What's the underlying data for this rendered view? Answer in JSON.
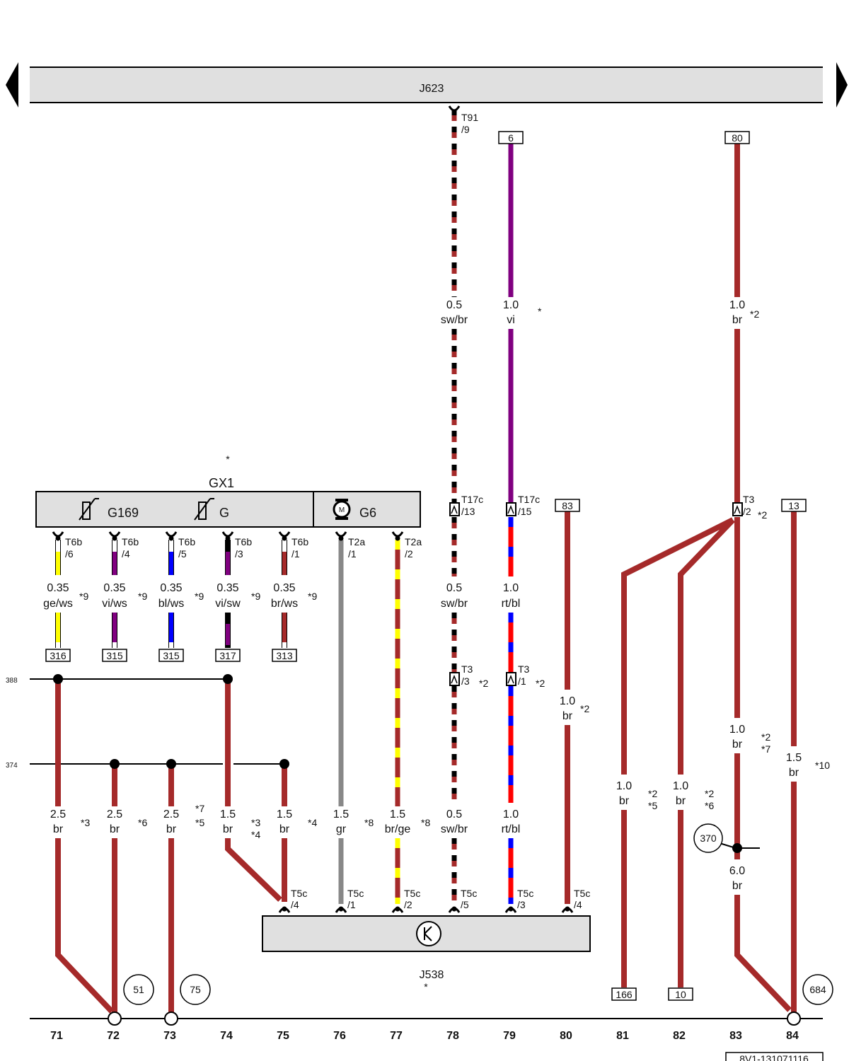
{
  "components": {
    "j623": "J623",
    "gx1": "GX1",
    "g169": "G169",
    "g": "G",
    "g6": "G6",
    "motor": "M",
    "j538": "J538",
    "j538_star": "*",
    "gx1_star": "*"
  },
  "bus_labels": {
    "bus388": "388",
    "bus374": "374"
  },
  "top_connector": {
    "a": "T91",
    "b": "/9"
  },
  "refs_top": {
    "r6": "6",
    "r80": "80",
    "r83": "83",
    "r13": "13"
  },
  "refs_bottom": {
    "r166": "166",
    "r10": "10"
  },
  "refs_sensor": [
    "316",
    "315",
    "315",
    "317",
    "313"
  ],
  "connectors": {
    "t6b_6": [
      "T6b",
      "/6"
    ],
    "t6b_4": [
      "T6b",
      "/4"
    ],
    "t6b_5": [
      "T6b",
      "/5"
    ],
    "t6b_3": [
      "T6b",
      "/3"
    ],
    "t6b_1": [
      "T6b",
      "/1"
    ],
    "t2a_1": [
      "T2a",
      "/1"
    ],
    "t2a_2": [
      "T2a",
      "/2"
    ],
    "t17c_13": [
      "T17c",
      "/13"
    ],
    "t17c_15": [
      "T17c",
      "/15"
    ],
    "t3_2": [
      "T3",
      "/2"
    ],
    "t3_3": [
      "T3",
      "/3"
    ],
    "t3_1": [
      "T3",
      "/1"
    ],
    "t5c_4a": [
      "T5c",
      "/4"
    ],
    "t5c_1": [
      "T5c",
      "/1"
    ],
    "t5c_2": [
      "T5c",
      "/2"
    ],
    "t5c_5": [
      "T5c",
      "/5"
    ],
    "t5c_3": [
      "T5c",
      "/3"
    ],
    "t5c_4b": [
      "T5c",
      "/4"
    ]
  },
  "wire_labels": {
    "w78a": [
      "0.5",
      "sw/br"
    ],
    "w79a": [
      "1.0",
      "vi"
    ],
    "w84a": [
      "1.0",
      "br"
    ],
    "s71": [
      "0.35",
      "ge/ws"
    ],
    "s72": [
      "0.35",
      "vi/ws"
    ],
    "s73": [
      "0.35",
      "bl/ws"
    ],
    "s74": [
      "0.35",
      "vi/sw"
    ],
    "s75": [
      "0.35",
      "br/ws"
    ],
    "w78b": [
      "0.5",
      "sw/br"
    ],
    "w79b": [
      "1.0",
      "rt/bl"
    ],
    "w80": [
      "1.0",
      "br"
    ],
    "w83b": [
      "1.0",
      "br"
    ],
    "w84b": [
      "1.5",
      "br"
    ],
    "w81": [
      "1.0",
      "br"
    ],
    "w82": [
      "1.0",
      "br"
    ],
    "b71": [
      "2.5",
      "br"
    ],
    "b72": [
      "2.5",
      "br"
    ],
    "b73": [
      "2.5",
      "br"
    ],
    "b74": [
      "1.5",
      "br"
    ],
    "b75": [
      "1.5",
      "br"
    ],
    "b76": [
      "1.5",
      "gr"
    ],
    "b77": [
      "1.5",
      "br/ge"
    ],
    "b78": [
      "0.5",
      "sw/br"
    ],
    "b79": [
      "1.0",
      "rt/bl"
    ],
    "w83c": [
      "6.0",
      "br"
    ]
  },
  "footnotes": {
    "f79a": "*",
    "f84a": "*2",
    "fs71": "*9",
    "fs72": "*9",
    "fs73": "*9",
    "fs74": "*9",
    "fs75": "*9",
    "ft3_2": "*2",
    "ft3_3": "*2",
    "ft3_1": "*2",
    "f80": "*2",
    "f83b_1": "*2",
    "f83b_2": "*7",
    "f84b": "*10",
    "f81_1": "*2",
    "f81_2": "*5",
    "f82_1": "*2",
    "f82_2": "*6",
    "fb71": "*3",
    "fb72": "*6",
    "fb73_1": "*7",
    "fb73_2": "*5",
    "fb74_1": "*3",
    "fb74_2": "*4",
    "fb75": "*4",
    "fb76": "*8",
    "fb77": "*8"
  },
  "ground_refs": {
    "g51": "51",
    "g75": "75",
    "g684": "684",
    "g370": "370"
  },
  "columns": [
    "71",
    "72",
    "73",
    "74",
    "75",
    "76",
    "77",
    "78",
    "79",
    "80",
    "81",
    "82",
    "83",
    "84"
  ],
  "diagram_id": "8V1-131071116",
  "colors": {
    "brown": "#a52a2a",
    "black": "#000000",
    "violet": "#800080",
    "yellow": "#ffff00",
    "blue": "#0000ff",
    "red": "#ff0000",
    "grey": "#888888",
    "box": "#e0e0e0"
  }
}
